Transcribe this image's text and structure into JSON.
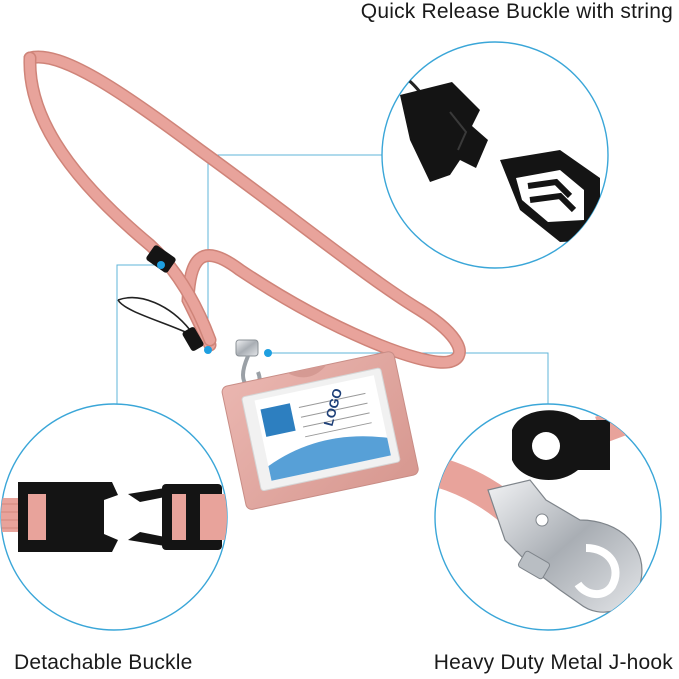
{
  "captions": {
    "quick_release": "Quick Release Buckle with string",
    "detachable": "Detachable Buckle",
    "j_hook": "Heavy Duty Metal J-hook"
  },
  "badge": {
    "logo_text": "LOGO"
  },
  "colors": {
    "lanyard_pink": "#e8a39b",
    "lanyard_shadow": "#cf8479",
    "holder_pink": "#e2aaa4",
    "callout_line": "#5fb4d9",
    "hotspot_dot": "#1e9fe0",
    "plastic_black": "#141414",
    "metal": "#c9cdd1",
    "photo_blue": "#2d7fc0"
  }
}
